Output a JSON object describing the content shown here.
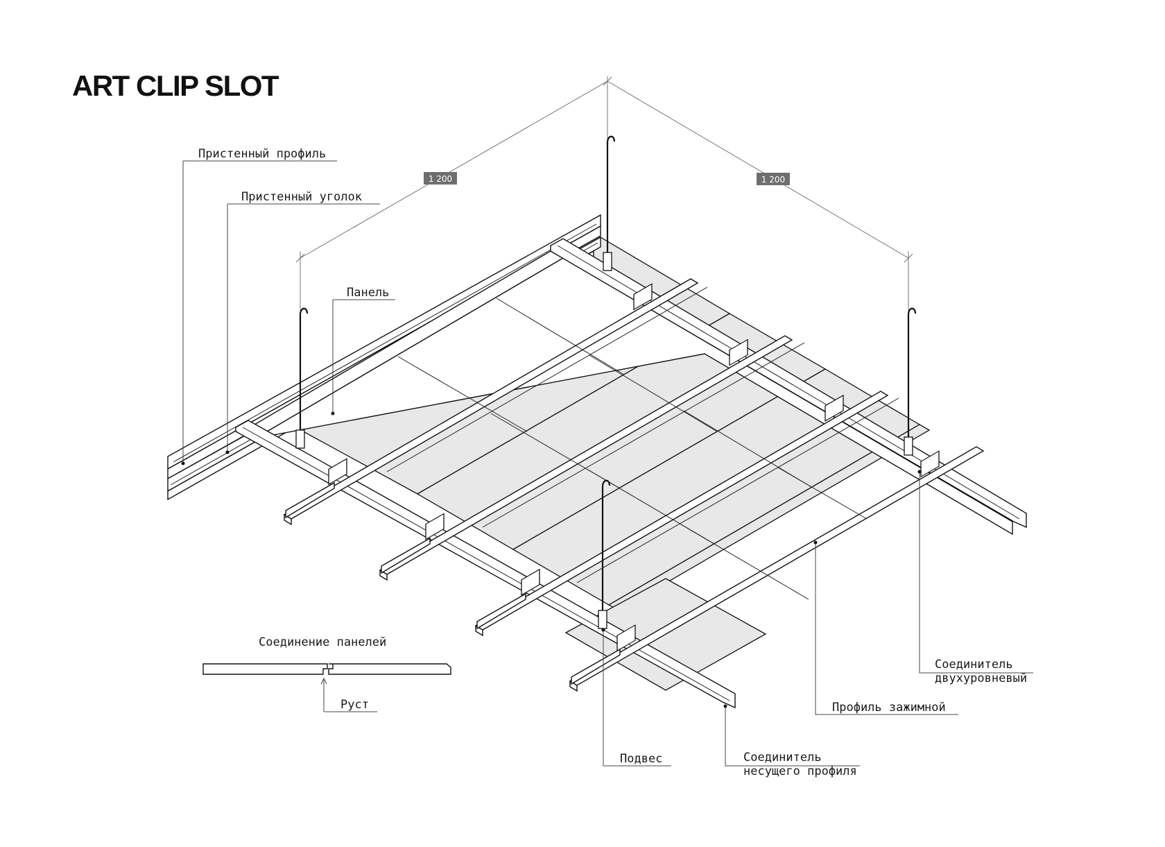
{
  "title": "ART CLIP SLOT",
  "dimensions": {
    "left": "1 200",
    "right": "1 200"
  },
  "labels": {
    "wall_profile": "Пристенный профиль",
    "wall_angle": "Пристенный уголок",
    "panel": "Панель",
    "panel_joint": "Соединение панелей",
    "rust": "Руст",
    "hanger": "Подвес",
    "carrier_connector_line1": "Соединитель",
    "carrier_connector_line2": "несущего профиля",
    "clamp_profile": "Профиль зажимной",
    "two_level_connector_line1": "Соединитель",
    "two_level_connector_line2": "двухуровневый"
  },
  "colors": {
    "panel_fill": "#e8e8e8",
    "line": "#111111",
    "dim_tag": "#6e6e6e"
  }
}
